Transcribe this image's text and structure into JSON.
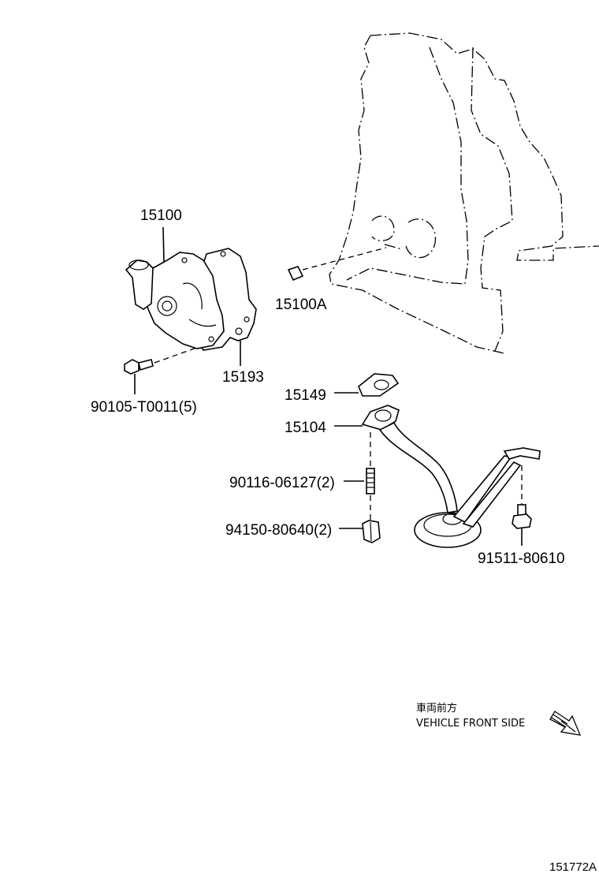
{
  "parts": {
    "oil_pump": "15100",
    "pump_plug": "15100A",
    "pump_gasket": "15193",
    "pump_bolt": "90105-T0011(5)",
    "strainer_gasket": "15149",
    "oil_strainer": "15104",
    "stud_bolt": "90116-06127(2)",
    "nut": "94150-80640(2)",
    "bracket_bolt": "91511-80610"
  },
  "direction": {
    "jp": "車両前方",
    "en": "VEHICLE FRONT SIDE",
    "icon": "front-direction-arrow-icon"
  },
  "figure_ref": "151772A"
}
